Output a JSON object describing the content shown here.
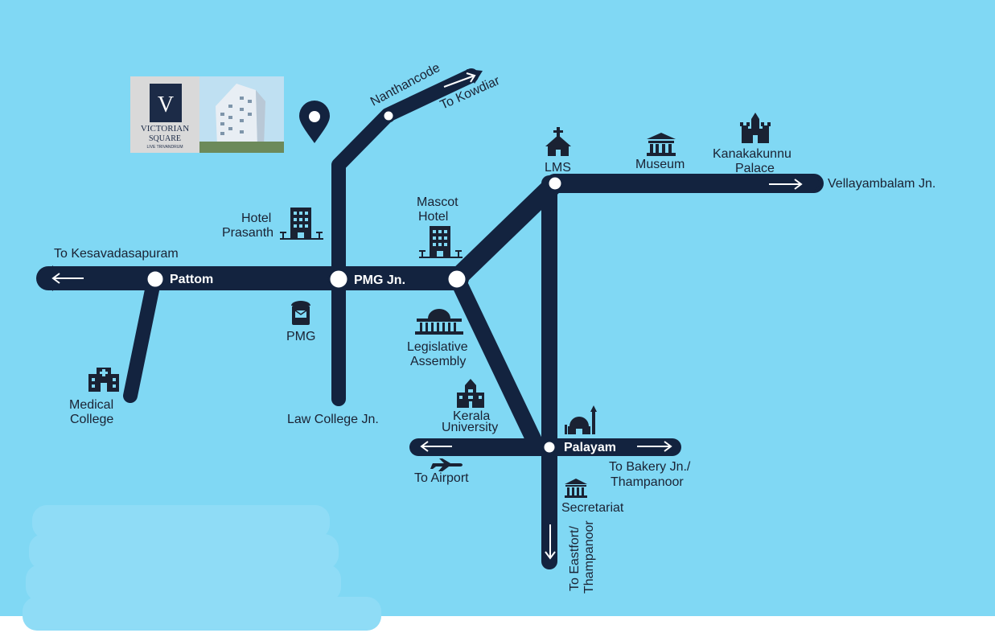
{
  "brand": {
    "name_line1": "VICTORIAN",
    "name_line2": "SQUARE",
    "tagline": "LIVE TRIVANDRUM",
    "monogram": "V"
  },
  "colors": {
    "water": "#80d8f4",
    "road": "#13233f",
    "node": "#ffffff",
    "icon": "#1a2233",
    "text": "#1a2233"
  },
  "labels": {
    "nanthancode": "Nanthancode",
    "to_kowdiar": "To Kowdiar",
    "lms": "LMS",
    "museum": "Museum",
    "kanakakunnu_1": "Kanakakunnu",
    "kanakakunnu_2": "Palace",
    "vellayambalam": "Vellayambalam Jn.",
    "hotel_prasanth_1": "Hotel",
    "hotel_prasanth_2": "Prasanth",
    "mascot_1": "Mascot",
    "mascot_2": "Hotel",
    "to_kesavadasapuram": "To Kesavadasapuram",
    "pattom": "Pattom",
    "pmg_jn": "PMG Jn.",
    "pmg": "PMG",
    "legislative_1": "Legislative",
    "legislative_2": "Assembly",
    "medical_1": "Medical",
    "medical_2": "College",
    "law_college": "Law College Jn.",
    "kerala_1": "Kerala",
    "kerala_2": "University",
    "palayam": "Palayam",
    "to_airport": "To Airport",
    "to_bakery_1": "To Bakery Jn./",
    "to_bakery_2": "Thampanoor",
    "secretariat": "Secretariat",
    "to_eastfort_1": "To Eastfort/",
    "to_eastfort_2": "Thampanoor"
  },
  "icons": {
    "project_marker": "map-pin-icon",
    "church": "church-icon",
    "museum": "museum-icon",
    "palace": "castle-icon",
    "hotel": "hotel-building-icon",
    "post": "post-box-icon",
    "assembly": "government-building-icon",
    "hospital": "hospital-icon",
    "university": "university-icon",
    "mosque": "mosque-icon",
    "airport": "airplane-icon",
    "secretariat": "secretariat-icon"
  }
}
